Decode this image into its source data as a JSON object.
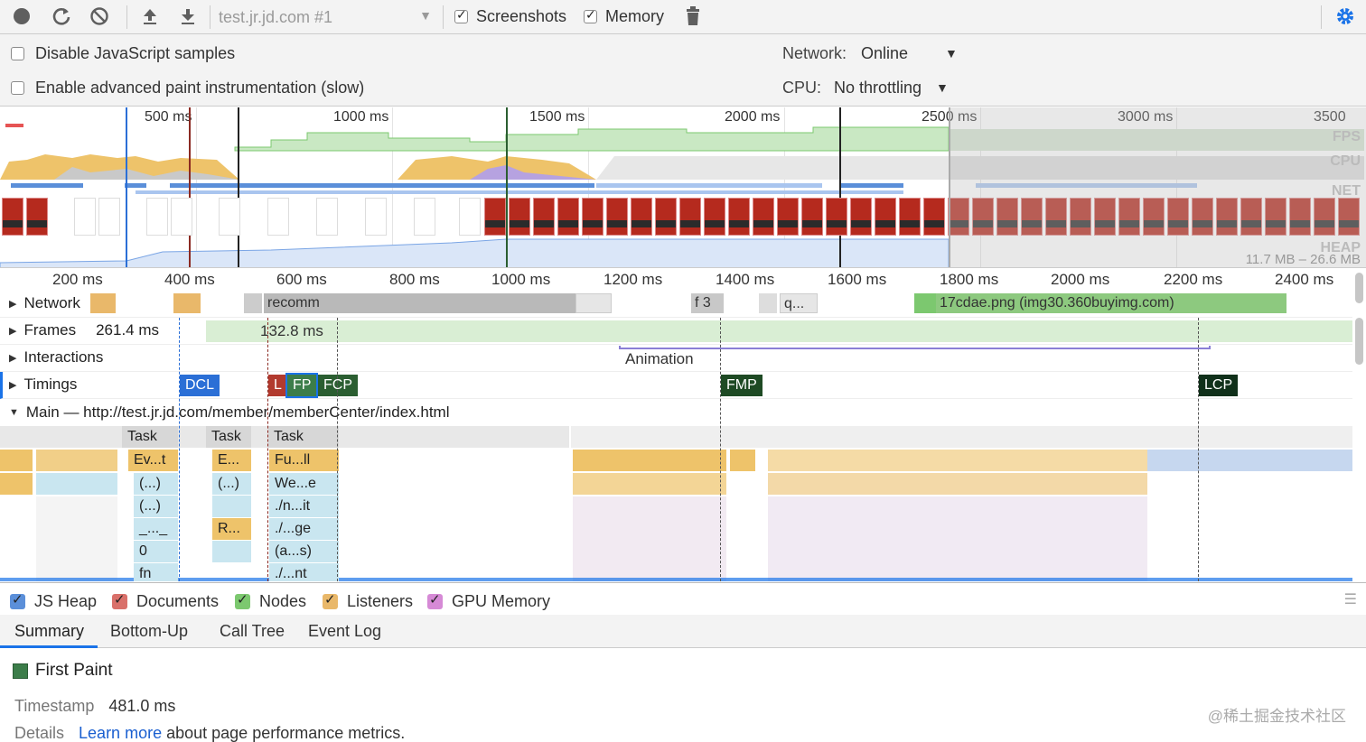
{
  "toolbar": {
    "profile": "test.jr.jd.com #1",
    "screenshots_label": "Screenshots",
    "memory_label": "Memory",
    "record_icon": "record-icon",
    "reload_icon": "reload-icon",
    "clear_icon": "clear-icon",
    "upload_icon": "upload-icon",
    "download_icon": "download-icon",
    "trash_icon": "trash-icon",
    "gear_icon": "gear-icon"
  },
  "settings": {
    "disable_js": "Disable JavaScript samples",
    "advanced_paint": "Enable advanced paint instrumentation (slow)",
    "network_label": "Network:",
    "network_value": "Online",
    "cpu_label": "CPU:",
    "cpu_value": "No throttling"
  },
  "overview": {
    "ticks": [
      "500 ms",
      "1000 ms",
      "1500 ms",
      "2000 ms",
      "2500 ms",
      "3000 ms",
      "3500 ms"
    ],
    "labels": {
      "fps": "FPS",
      "cpu": "CPU",
      "net": "NET",
      "heap": "HEAP"
    },
    "heap_range": "11.7 MB – 26.6 MB"
  },
  "ruler": [
    "200 ms",
    "400 ms",
    "600 ms",
    "800 ms",
    "1000 ms",
    "1200 ms",
    "1400 ms",
    "1600 ms",
    "1800 ms",
    "2000 ms",
    "2200 ms",
    "2400 ms"
  ],
  "tracks": {
    "network": "Network",
    "network_bars": [
      "recomm",
      "f",
      "3",
      "q...",
      "17cdae.png (img30.360buyimg.com)"
    ],
    "frames": "Frames",
    "frame_a": "261.4 ms",
    "frame_b": "132.8 ms",
    "interactions": "Interactions",
    "animation": "Animation",
    "timings": "Timings",
    "markers": {
      "dcl": "DCL",
      "l": "L",
      "fp": "FP",
      "fcp": "FCP",
      "fmp": "FMP",
      "lcp": "LCP"
    },
    "main": "Main — http://test.jr.jd.com/member/memberCenter/index.html"
  },
  "flame": {
    "col1": [
      "Task",
      "Ev...t",
      "(...)",
      "(...)",
      "_..._",
      "0",
      "fn"
    ],
    "col2": [
      "Task",
      "E...",
      "(...)",
      "",
      "R...",
      ""
    ],
    "col3": [
      "Task",
      "Fu...ll",
      "We...e",
      "./n...it",
      "./...ge",
      "(a...s)",
      "./...nt"
    ]
  },
  "memory": {
    "items": [
      {
        "label": "JS Heap",
        "color": "#5b8fd9"
      },
      {
        "label": "Documents",
        "color": "#d9706a"
      },
      {
        "label": "Nodes",
        "color": "#7cc86f"
      },
      {
        "label": "Listeners",
        "color": "#e9b86a"
      },
      {
        "label": "GPU Memory",
        "color": "#d68ad6"
      }
    ]
  },
  "tabs": [
    "Summary",
    "Bottom-Up",
    "Call Tree",
    "Event Log"
  ],
  "summary": {
    "title": "First Paint",
    "timestamp_label": "Timestamp",
    "timestamp_value": "481.0 ms",
    "details_label": "Details",
    "learn_more": "Learn more",
    "details_rest": "about page performance metrics."
  },
  "watermark": "@稀土掘金技术社区"
}
